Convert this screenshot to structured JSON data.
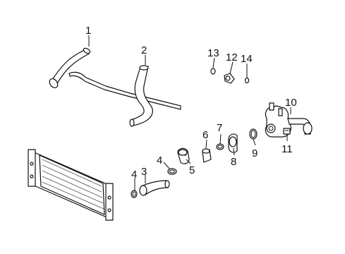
{
  "diagram": {
    "callouts": [
      "1",
      "2",
      "3",
      "4",
      "4",
      "5",
      "6",
      "7",
      "8",
      "9",
      "10",
      "11",
      "12",
      "13",
      "14"
    ]
  }
}
